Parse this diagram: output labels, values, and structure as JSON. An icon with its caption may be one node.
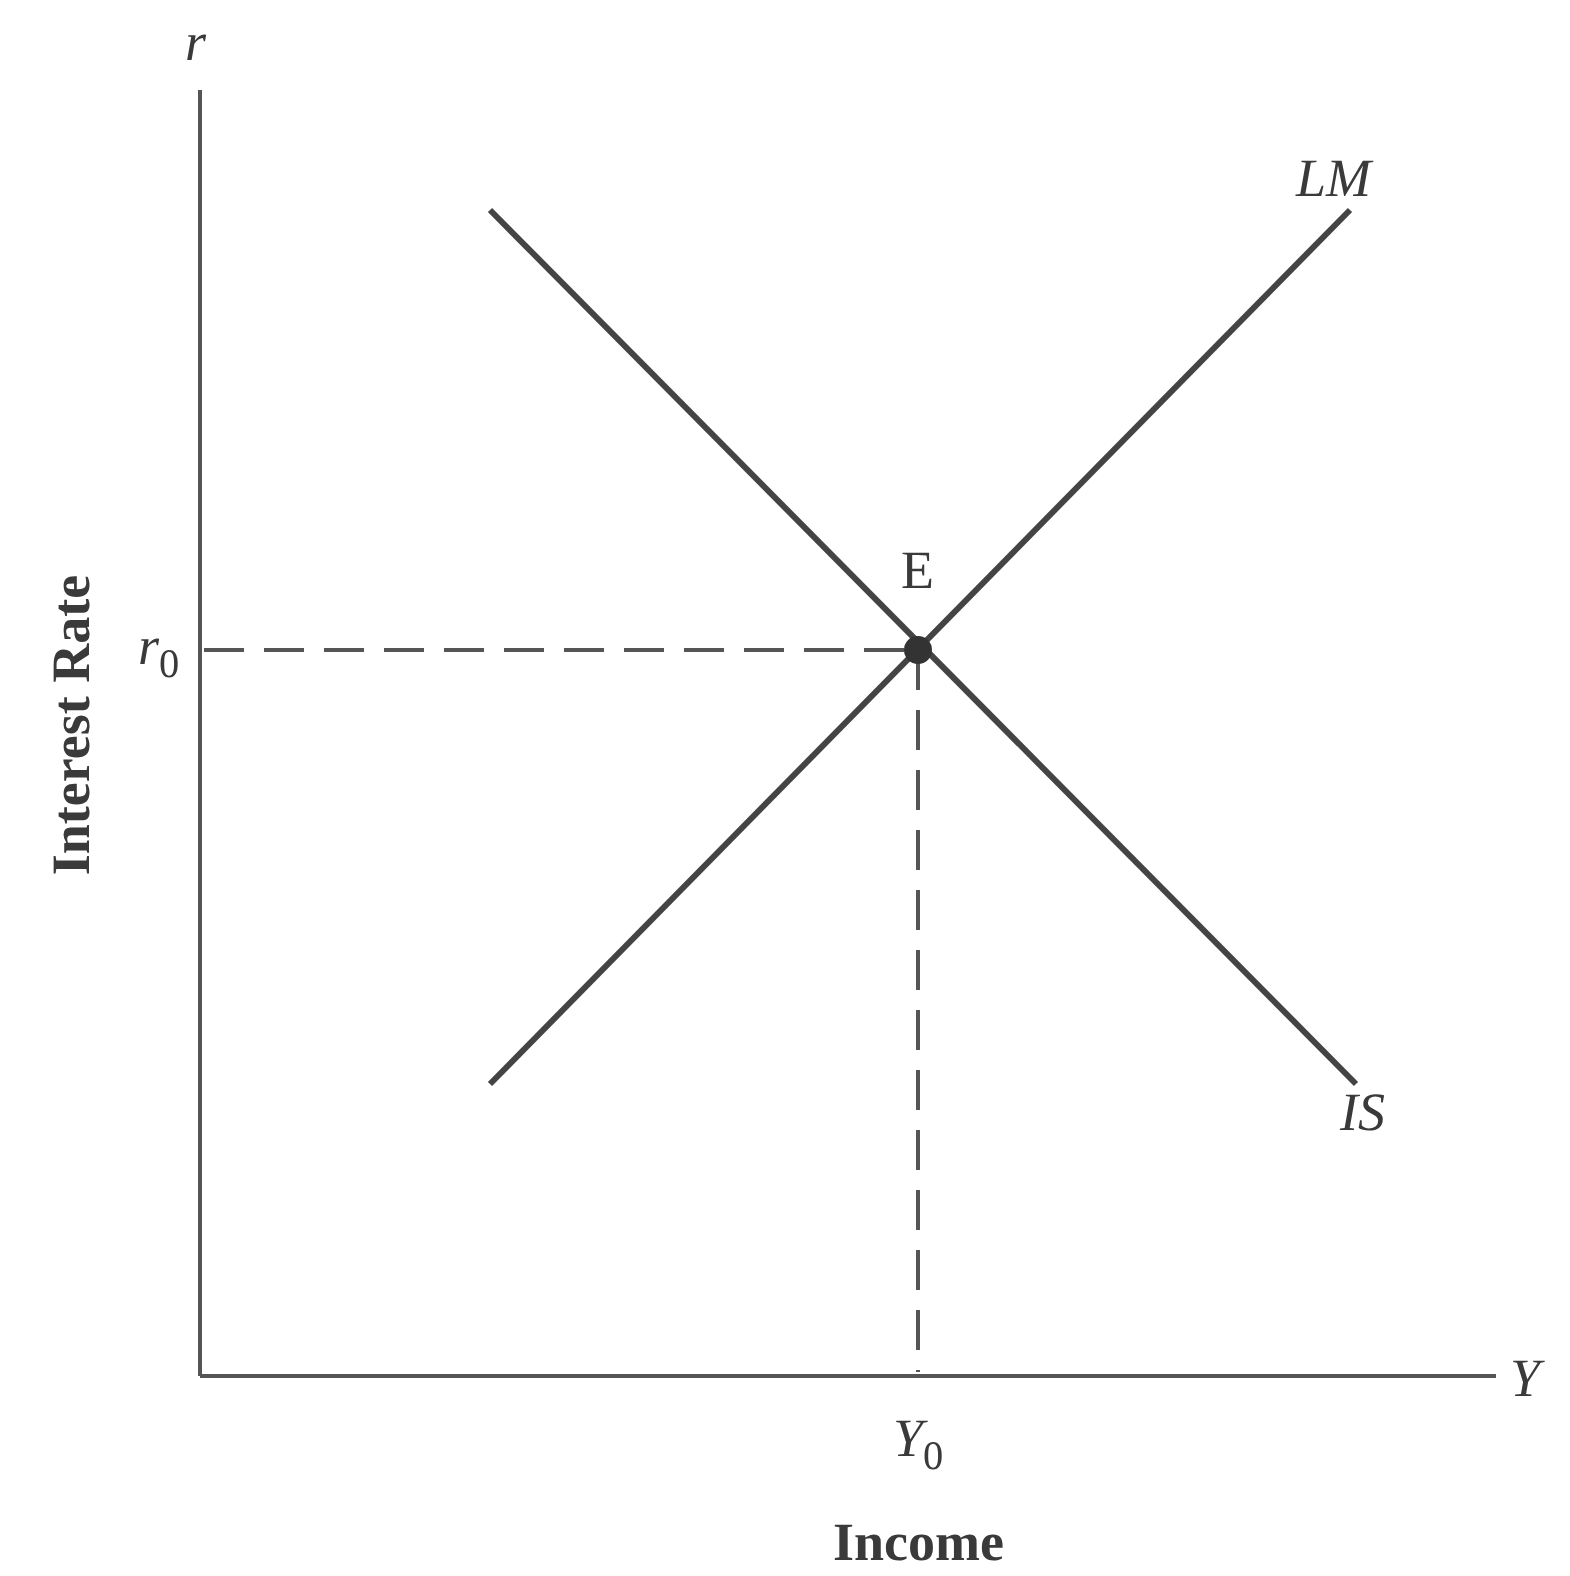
{
  "diagram": {
    "labels": [
      "r",
      "LM",
      "E",
      "*r*$_{0}$",
      "Interest Rate",
      "IS",
      "Y",
      "*Y*$_{0}$",
      "Income"
    ]
  }
}
